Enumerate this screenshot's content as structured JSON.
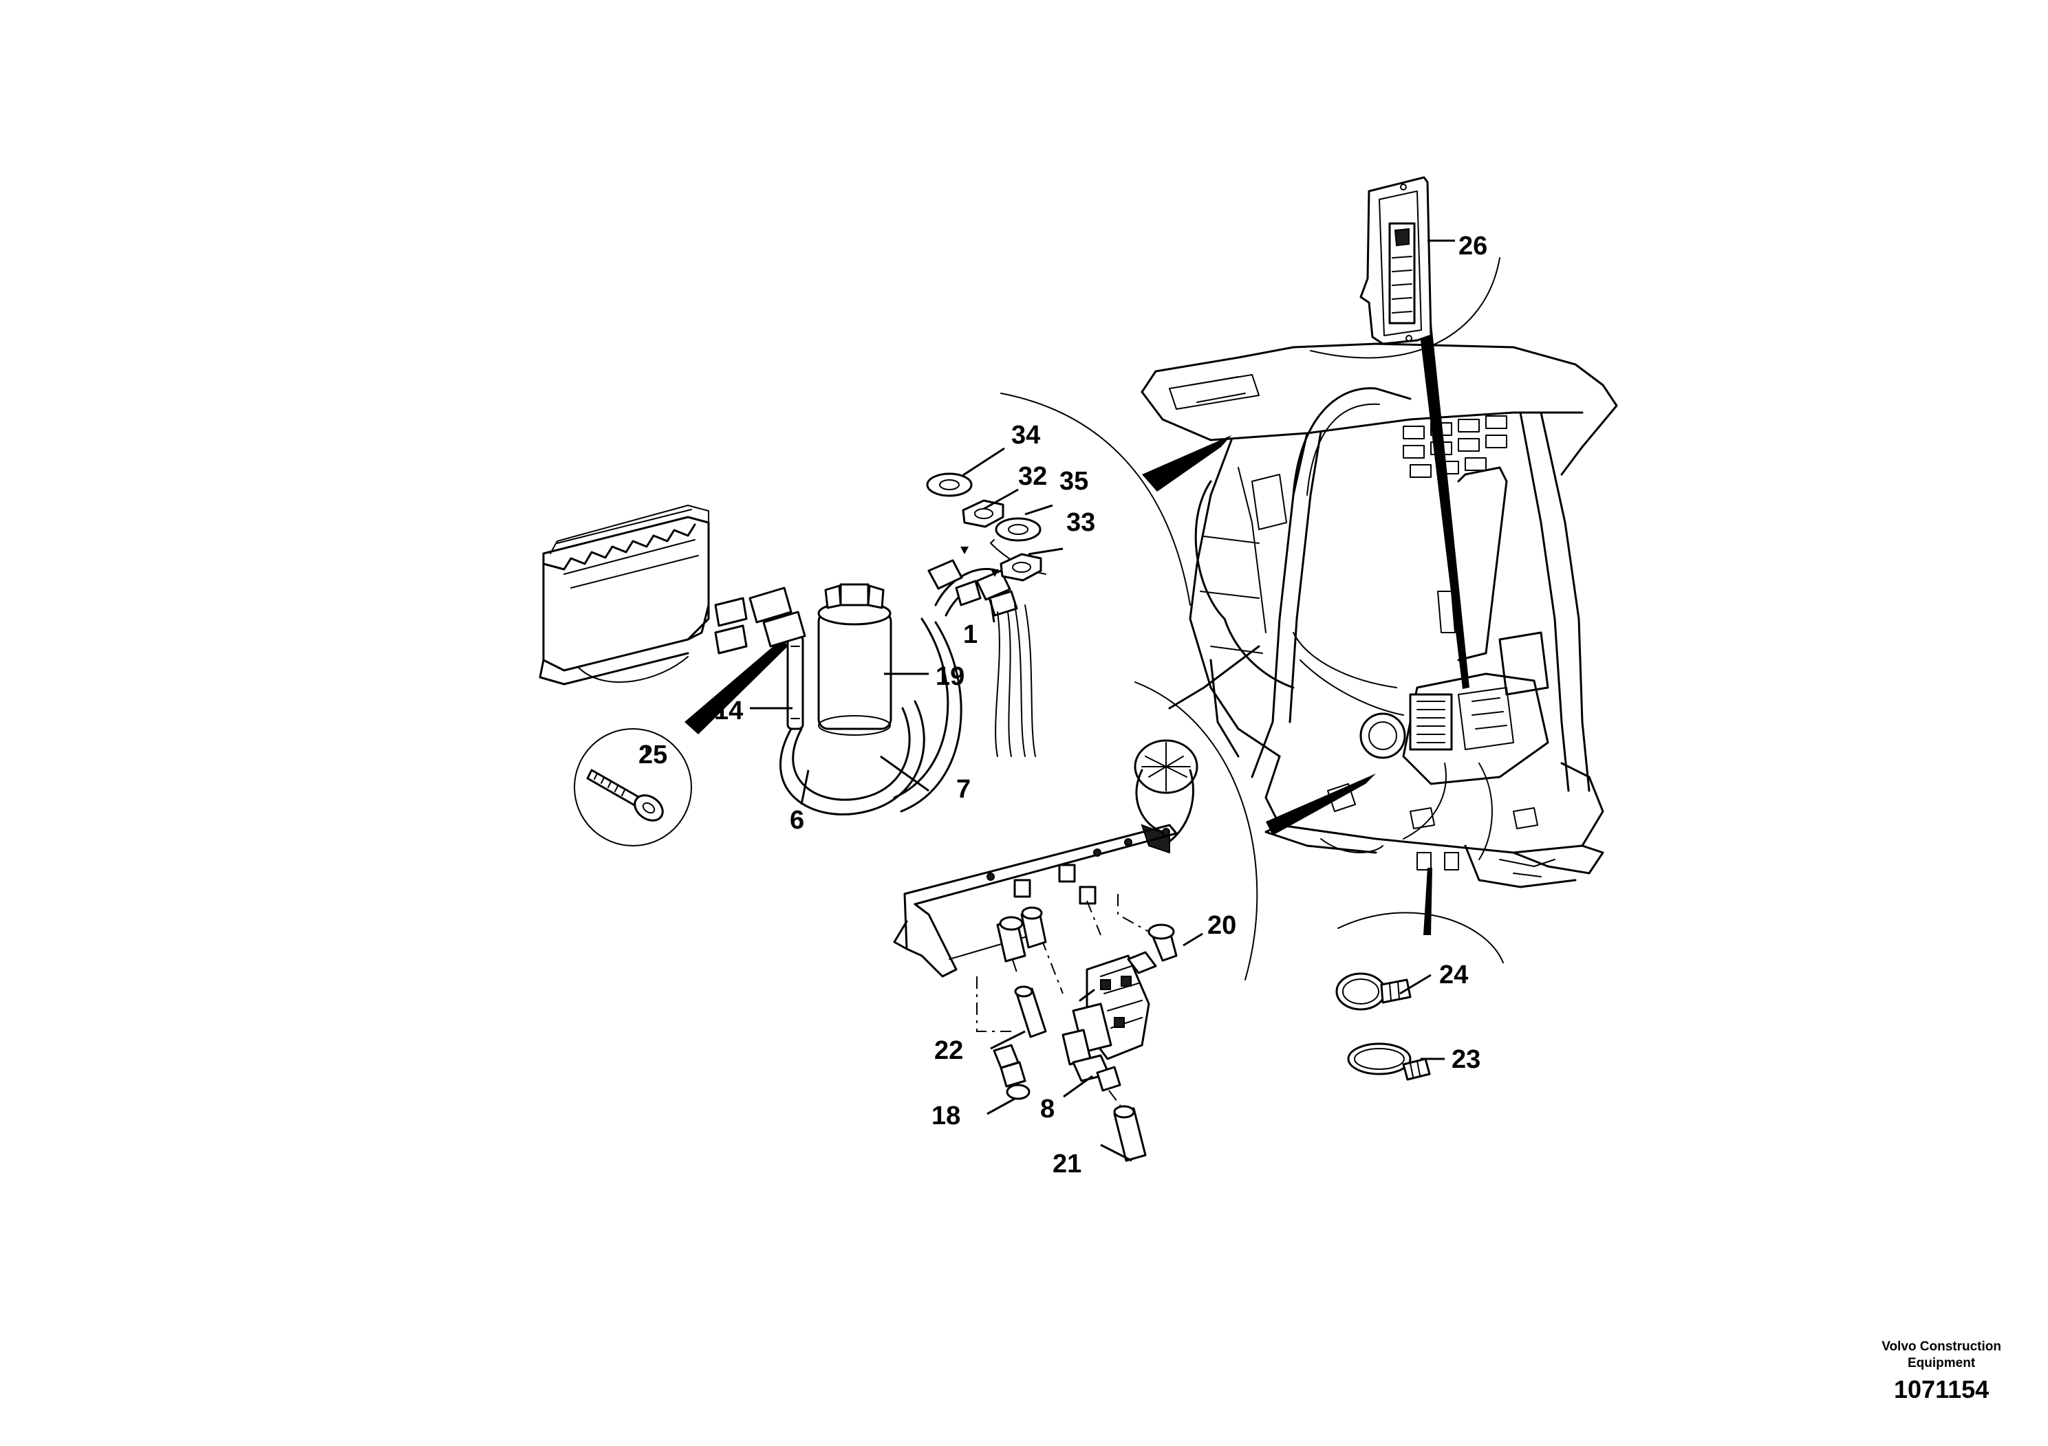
{
  "callouts": {
    "c1": "1",
    "c6": "6",
    "c7": "7",
    "c8": "8",
    "c14": "14",
    "c18": "18",
    "c19": "19",
    "c20": "20",
    "c21": "21",
    "c22": "22",
    "c23": "23",
    "c24": "24",
    "c25": "25",
    "c26": "26",
    "c32": "32",
    "c33": "33",
    "c34": "34",
    "c35": "35"
  },
  "footer": {
    "company_line1": "Volvo Construction",
    "company_line2": "Equipment",
    "drawing_number": "1071154"
  }
}
